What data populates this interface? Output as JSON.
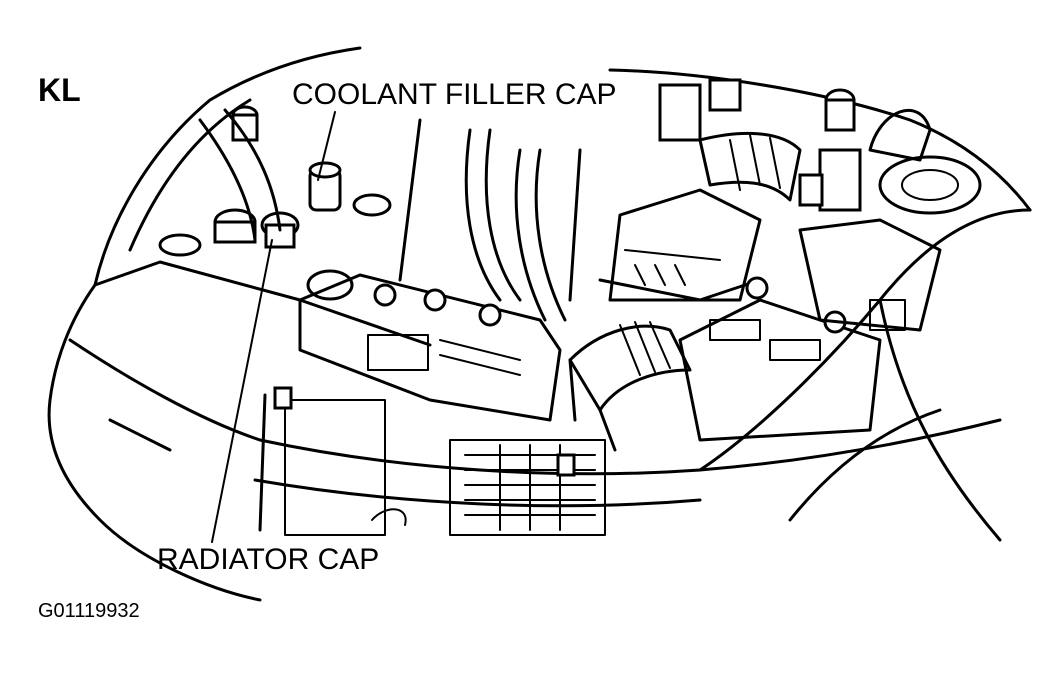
{
  "figure": {
    "model_code": "KL",
    "callouts": {
      "coolant_filler_cap": "COOLANT FILLER CAP",
      "radiator_cap": "RADIATOR CAP"
    },
    "figure_id": "G01119932"
  }
}
